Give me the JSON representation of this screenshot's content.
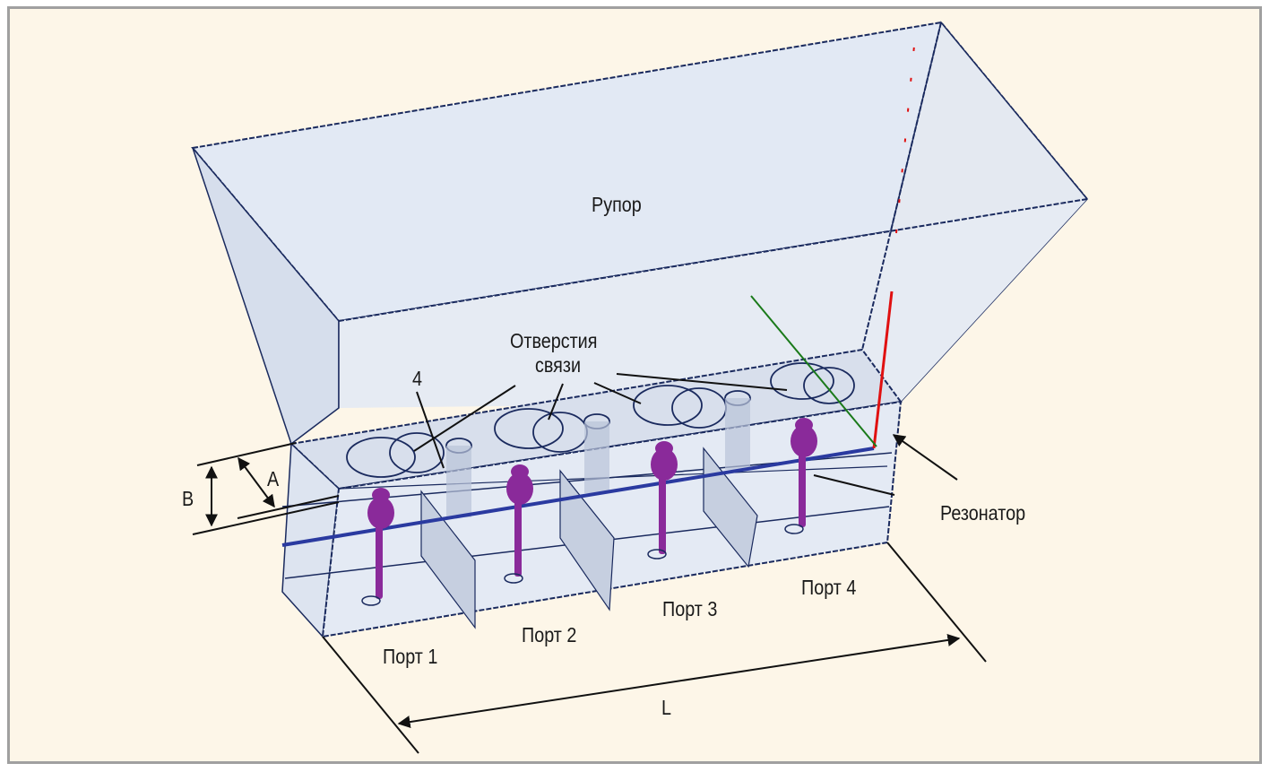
{
  "figure": {
    "labels": {
      "horn": "Рупор",
      "coupling_holes_line1": "Отверстия",
      "coupling_holes_line2": "связи",
      "item4": "4",
      "resonator": "Резонатор",
      "port1": "Порт 1",
      "port2": "Порт 2",
      "port3": "Порт 3",
      "port4": "Порт 4",
      "dim_A": "A",
      "dim_B": "B",
      "dim_L": "L"
    },
    "colors": {
      "background": "#fdf6e8",
      "border": "#a0a0a0",
      "body_fill": "#dfe6f2",
      "edge": "#1a2a5e",
      "waveguide": "#2a3aa0",
      "probe": "#8a2a9a",
      "axis_red": "#e01010",
      "axis_green": "#1a7a1a",
      "annotation": "#111111"
    }
  }
}
